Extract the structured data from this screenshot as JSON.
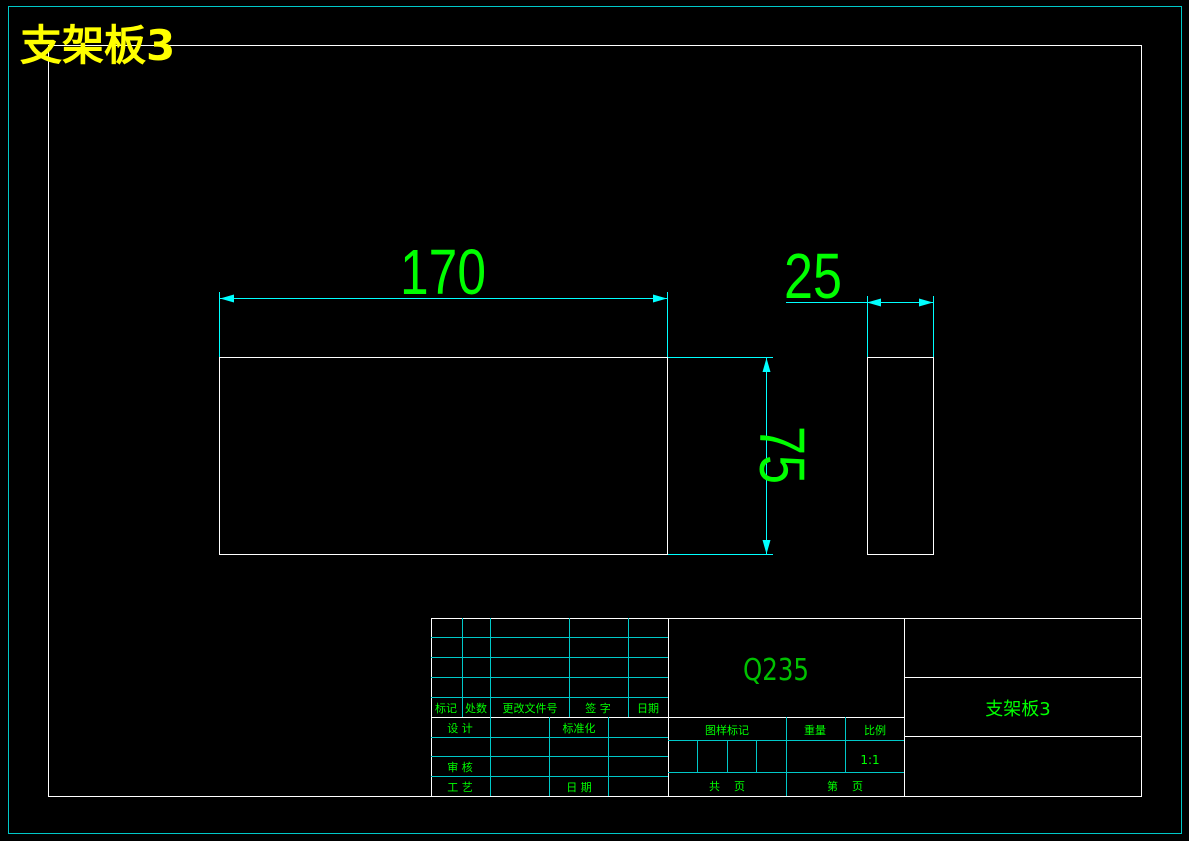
{
  "drawing": {
    "title": "支架板3",
    "material": "Q235",
    "part_name": "支架板3",
    "scale": "1:1",
    "colors": {
      "frame": "#00c8c8",
      "outline": "#ffffff",
      "dimension_line": "#00ffff",
      "dimension_text": "#00ff00",
      "title": "#ffff00",
      "table_text": "#00ff00"
    }
  },
  "dimensions": {
    "length": "170",
    "thickness": "25",
    "height": "75"
  },
  "title_block": {
    "rev_headers": {
      "mark": "标记",
      "count": "处数",
      "change_doc": "更改文件号",
      "signature": "签 字",
      "date": "日期"
    },
    "rows": {
      "design": "设 计",
      "standardization": "标准化",
      "review": "审 核",
      "process": "工 艺",
      "date": "日 期"
    },
    "info_headers": {
      "stage_mark": "图样标记",
      "weight": "重量",
      "scale": "比例"
    },
    "sheets": {
      "total": "共    页",
      "number": "第    页"
    }
  }
}
